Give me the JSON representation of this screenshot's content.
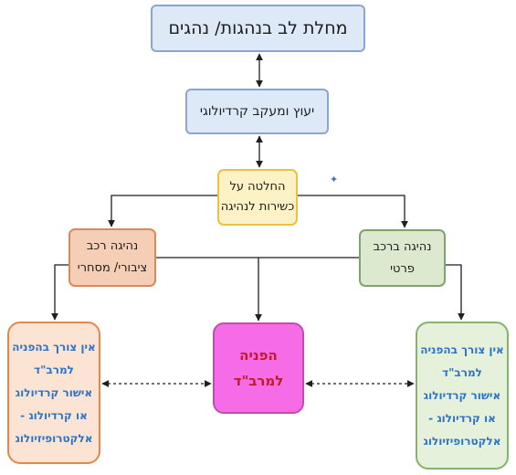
{
  "diagram": {
    "title": "מחלת לב בנהגות/ נהגים",
    "consult": "יעוץ ומעקב קרדיולוגי",
    "decision": {
      "line1": "החלטה על",
      "line2": "כשירות לנהיגה"
    },
    "public_vehicle": {
      "line1": "נהיגה רכב",
      "line2": "ציבורי/ מסחרי"
    },
    "private_vehicle": {
      "line1": "נהיגה ברכב",
      "line2": "פרטי"
    },
    "referral": {
      "line1": "הפניה",
      "line2": "למרב\"ד"
    },
    "left_condition": {
      "line1": "אין צורך בהפניה",
      "line2": "למרב\"ד",
      "line3": "אישור קרדיולוג",
      "line4": "או קרדיולוג -",
      "line5": "אלקטרופיזיולוג"
    },
    "right_condition": {
      "line1": "אין צורך בהפניה",
      "line2": "למרב\"ד",
      "line3": "אישור קרדיולוג",
      "line4": "או קרדיולוג -",
      "line5": "אלקטרופיזיולוג"
    }
  },
  "colors": {
    "line": "#1f1f1f",
    "blue_fill": "#dde9f7",
    "yellow_fill": "#fdf2c6",
    "orange_fill": "#f6cdb5",
    "green_fill": "#dce9cf",
    "pink_fill": "#f56ce6",
    "condition_text": "#2b73c7",
    "referral_text": "#c01b24"
  }
}
